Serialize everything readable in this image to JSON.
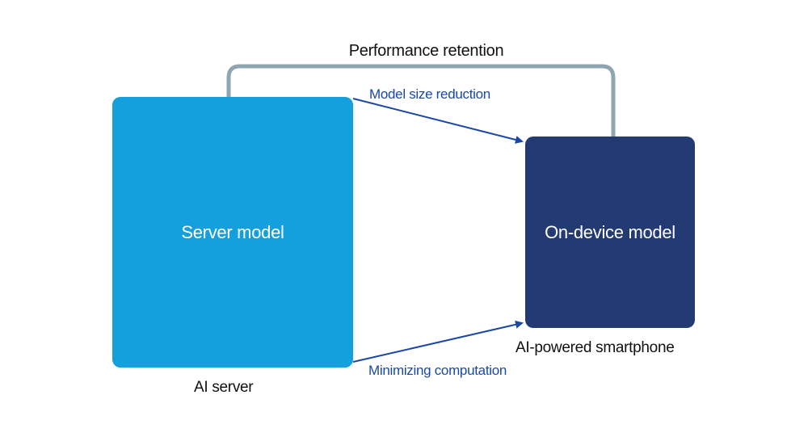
{
  "performance_label": "Performance retention",
  "reduction_label": "Model size reduction",
  "computation_label": "Minimizing computation",
  "server_model": {
    "label": "Server model",
    "caption": "AI server"
  },
  "device_model": {
    "label": "On-device model",
    "caption": "AI-powered smartphone"
  },
  "colors": {
    "server_box": "#169fdd",
    "device_box": "#233a72",
    "arrow": "#1a48a6",
    "bracket": "#8fa6b2"
  }
}
